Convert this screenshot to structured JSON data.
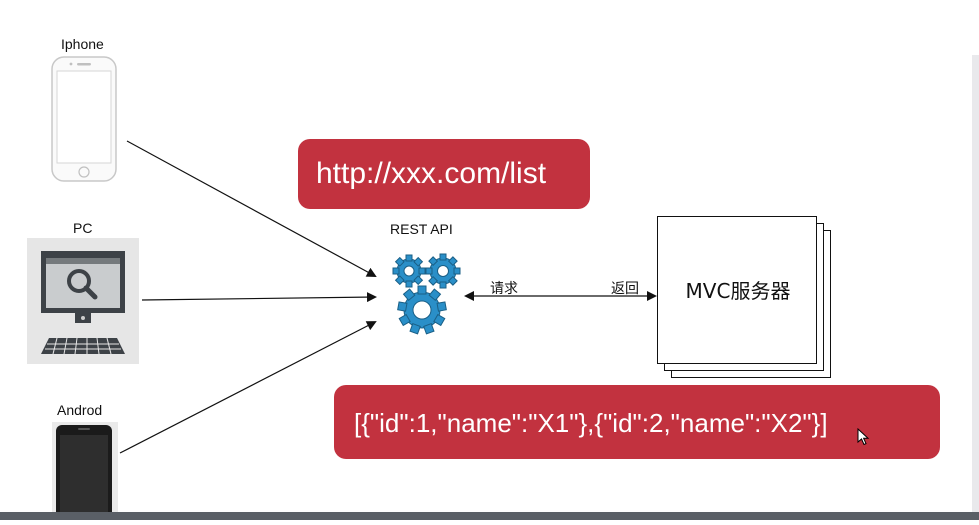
{
  "devices": {
    "iphone_label": "Iphone",
    "pc_label": "PC",
    "android_label": "Androd"
  },
  "api": {
    "label": "REST API",
    "url": "http://xxx.com/list"
  },
  "flow": {
    "request_label": "请求",
    "return_label": "返回"
  },
  "server": {
    "label": "MVC服务器"
  },
  "response": {
    "json": "[{\"id\":1,\"name\":\"X1\"},{\"id\":2,\"name\":\"X2\"}]"
  },
  "colors": {
    "accent": "#c2323f",
    "gear": "#2a8fc8"
  }
}
